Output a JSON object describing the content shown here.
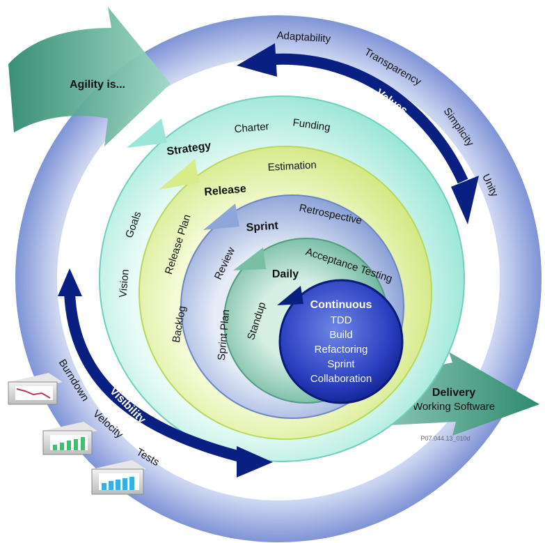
{
  "intro": {
    "label": "Agility is..."
  },
  "values": {
    "title": "Values",
    "items": [
      "Adaptability",
      "Transparency",
      "Simplicity",
      "Unity"
    ]
  },
  "visibility": {
    "title": "Visibility",
    "items": [
      "Burndown",
      "Velocity",
      "Tests"
    ]
  },
  "strategy": {
    "title": "Strategy",
    "items": [
      "Charter",
      "Funding",
      "Goals",
      "Vision"
    ]
  },
  "release": {
    "title": "Release",
    "items": [
      "Estimation",
      "Release Plan",
      "Backlog"
    ]
  },
  "sprint": {
    "title": "Sprint",
    "items": [
      "Retrospective",
      "Review",
      "Sprint Plan"
    ]
  },
  "daily": {
    "title": "Daily",
    "items": [
      "Acceptance Testing",
      "Standup"
    ]
  },
  "continuous": {
    "title": "Continuous",
    "items": [
      "TDD",
      "Build",
      "Refactoring",
      "Sprint",
      "Collaboration"
    ]
  },
  "delivery": {
    "title": "Delivery",
    "subtitle": "Working Software"
  },
  "figure_id": "P07.044.13_010d",
  "colors": {
    "outer_ring": "#8fa2dc",
    "strategy": "#9be6d8",
    "release": "#d9ec8a",
    "sprint": "#8fa6d8",
    "daily": "#78bfa6",
    "continuous": "#2438b0",
    "arrow_dark": "#0a1f82",
    "teal_arrow": "#3f9a82"
  }
}
